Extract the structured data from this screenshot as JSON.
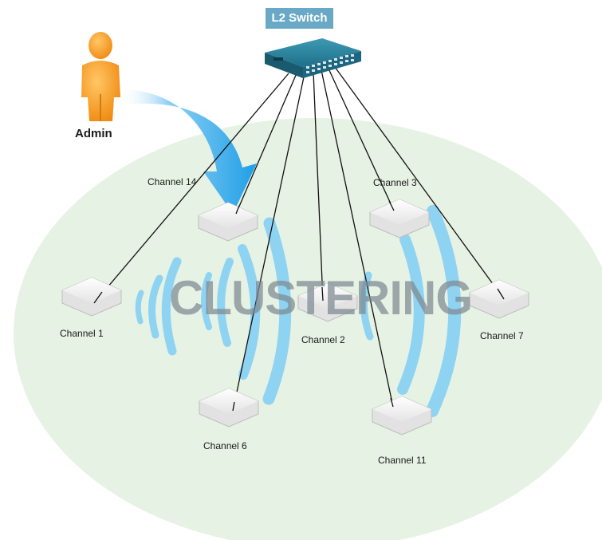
{
  "switch": {
    "label": "L2 Switch"
  },
  "admin": {
    "label": "Admin"
  },
  "center": {
    "label": "CLUSTERING"
  },
  "access_points": [
    {
      "id": "ch14",
      "label": "Channel 14"
    },
    {
      "id": "ch3",
      "label": "Channel 3"
    },
    {
      "id": "ch1",
      "label": "Channel 1"
    },
    {
      "id": "ch2",
      "label": "Channel 2"
    },
    {
      "id": "ch7",
      "label": "Channel 7"
    },
    {
      "id": "ch6",
      "label": "Channel 6"
    },
    {
      "id": "ch11",
      "label": "Channel 11"
    }
  ],
  "colors": {
    "cluster_area": "#e6f2e3",
    "wave": "#8fd3f3",
    "switch_body": "#2b7f99",
    "admin_figure": "#f6a12f",
    "cable": "#000000",
    "arrow": "#1f9fe6"
  },
  "icons": [
    "person-icon",
    "switch-icon",
    "access-point-icon",
    "curved-arrow-icon",
    "signal-wave-icon"
  ]
}
